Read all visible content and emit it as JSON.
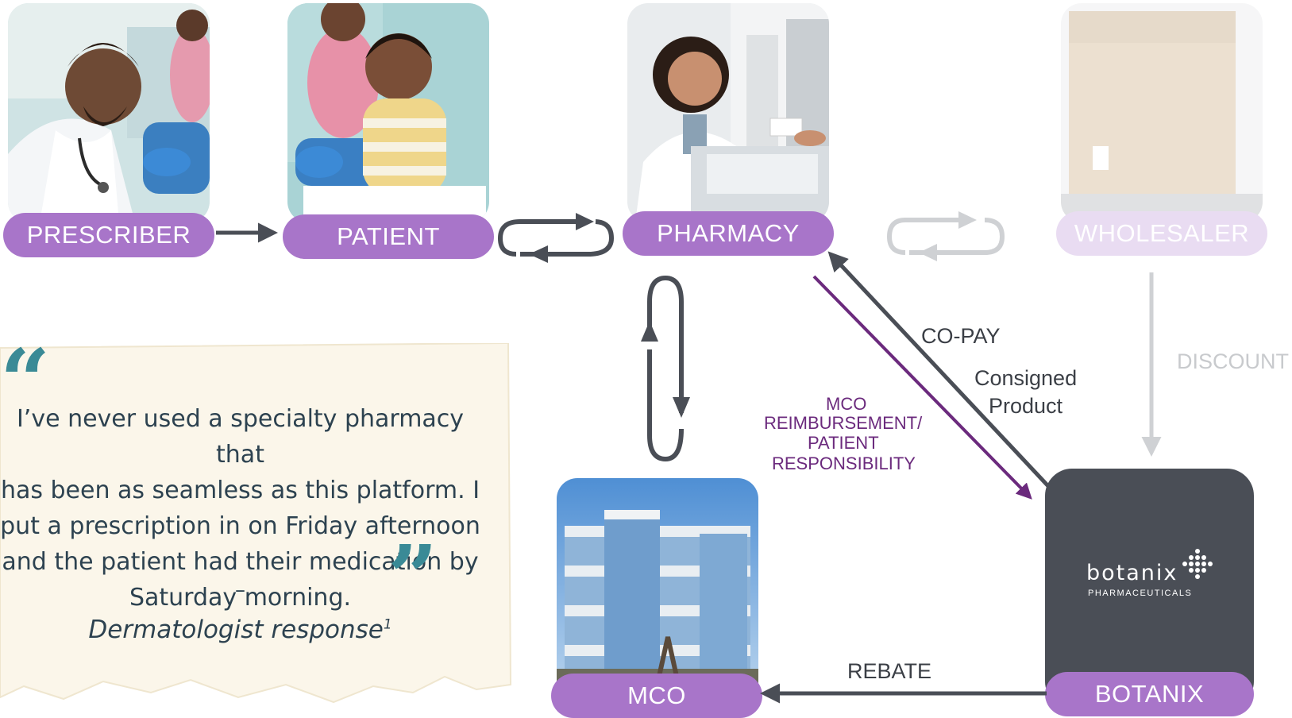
{
  "nodes": {
    "prescriber": "PRESCRIBER",
    "patient": "PATIENT",
    "pharmacy": "PHARMACY",
    "wholesaler": "WHOLESALER",
    "mco": "MCO",
    "botanix": "BOTANIX"
  },
  "flows": {
    "copay": "CO-PAY",
    "consigned_line1": "Consigned",
    "consigned_line2": "Product",
    "mco_reimb_line1": "MCO",
    "mco_reimb_line2": "REIMBURSEMENT/",
    "mco_reimb_line3": "PATIENT",
    "mco_reimb_line4": "RESPONSIBILITY",
    "discount": "DISCOUNT",
    "rebate": "REBATE"
  },
  "quote": {
    "open_mark": "“",
    "close_mark": "”",
    "lines": [
      "I’ve never used a specialty pharmacy that",
      "has been as seamless as this platform. I",
      "put a prescription in on Friday afternoon",
      "and the patient had their medication by",
      "Saturday morning."
    ],
    "dash": "–",
    "attribution": "Dermatologist response",
    "footnote": "1"
  },
  "logo": {
    "word": "botanix",
    "sub": "PHARMACEUTICALS"
  },
  "colors": {
    "pill": "#a875c9",
    "pill_faded": "#e9dcf2",
    "arrow_dark": "#4a4e56",
    "arrow_purple": "#6b2a7d",
    "arrow_light": "#cfd1d4",
    "quote_accent": "#3a8a96",
    "card_bg": "#fbf6ea"
  }
}
